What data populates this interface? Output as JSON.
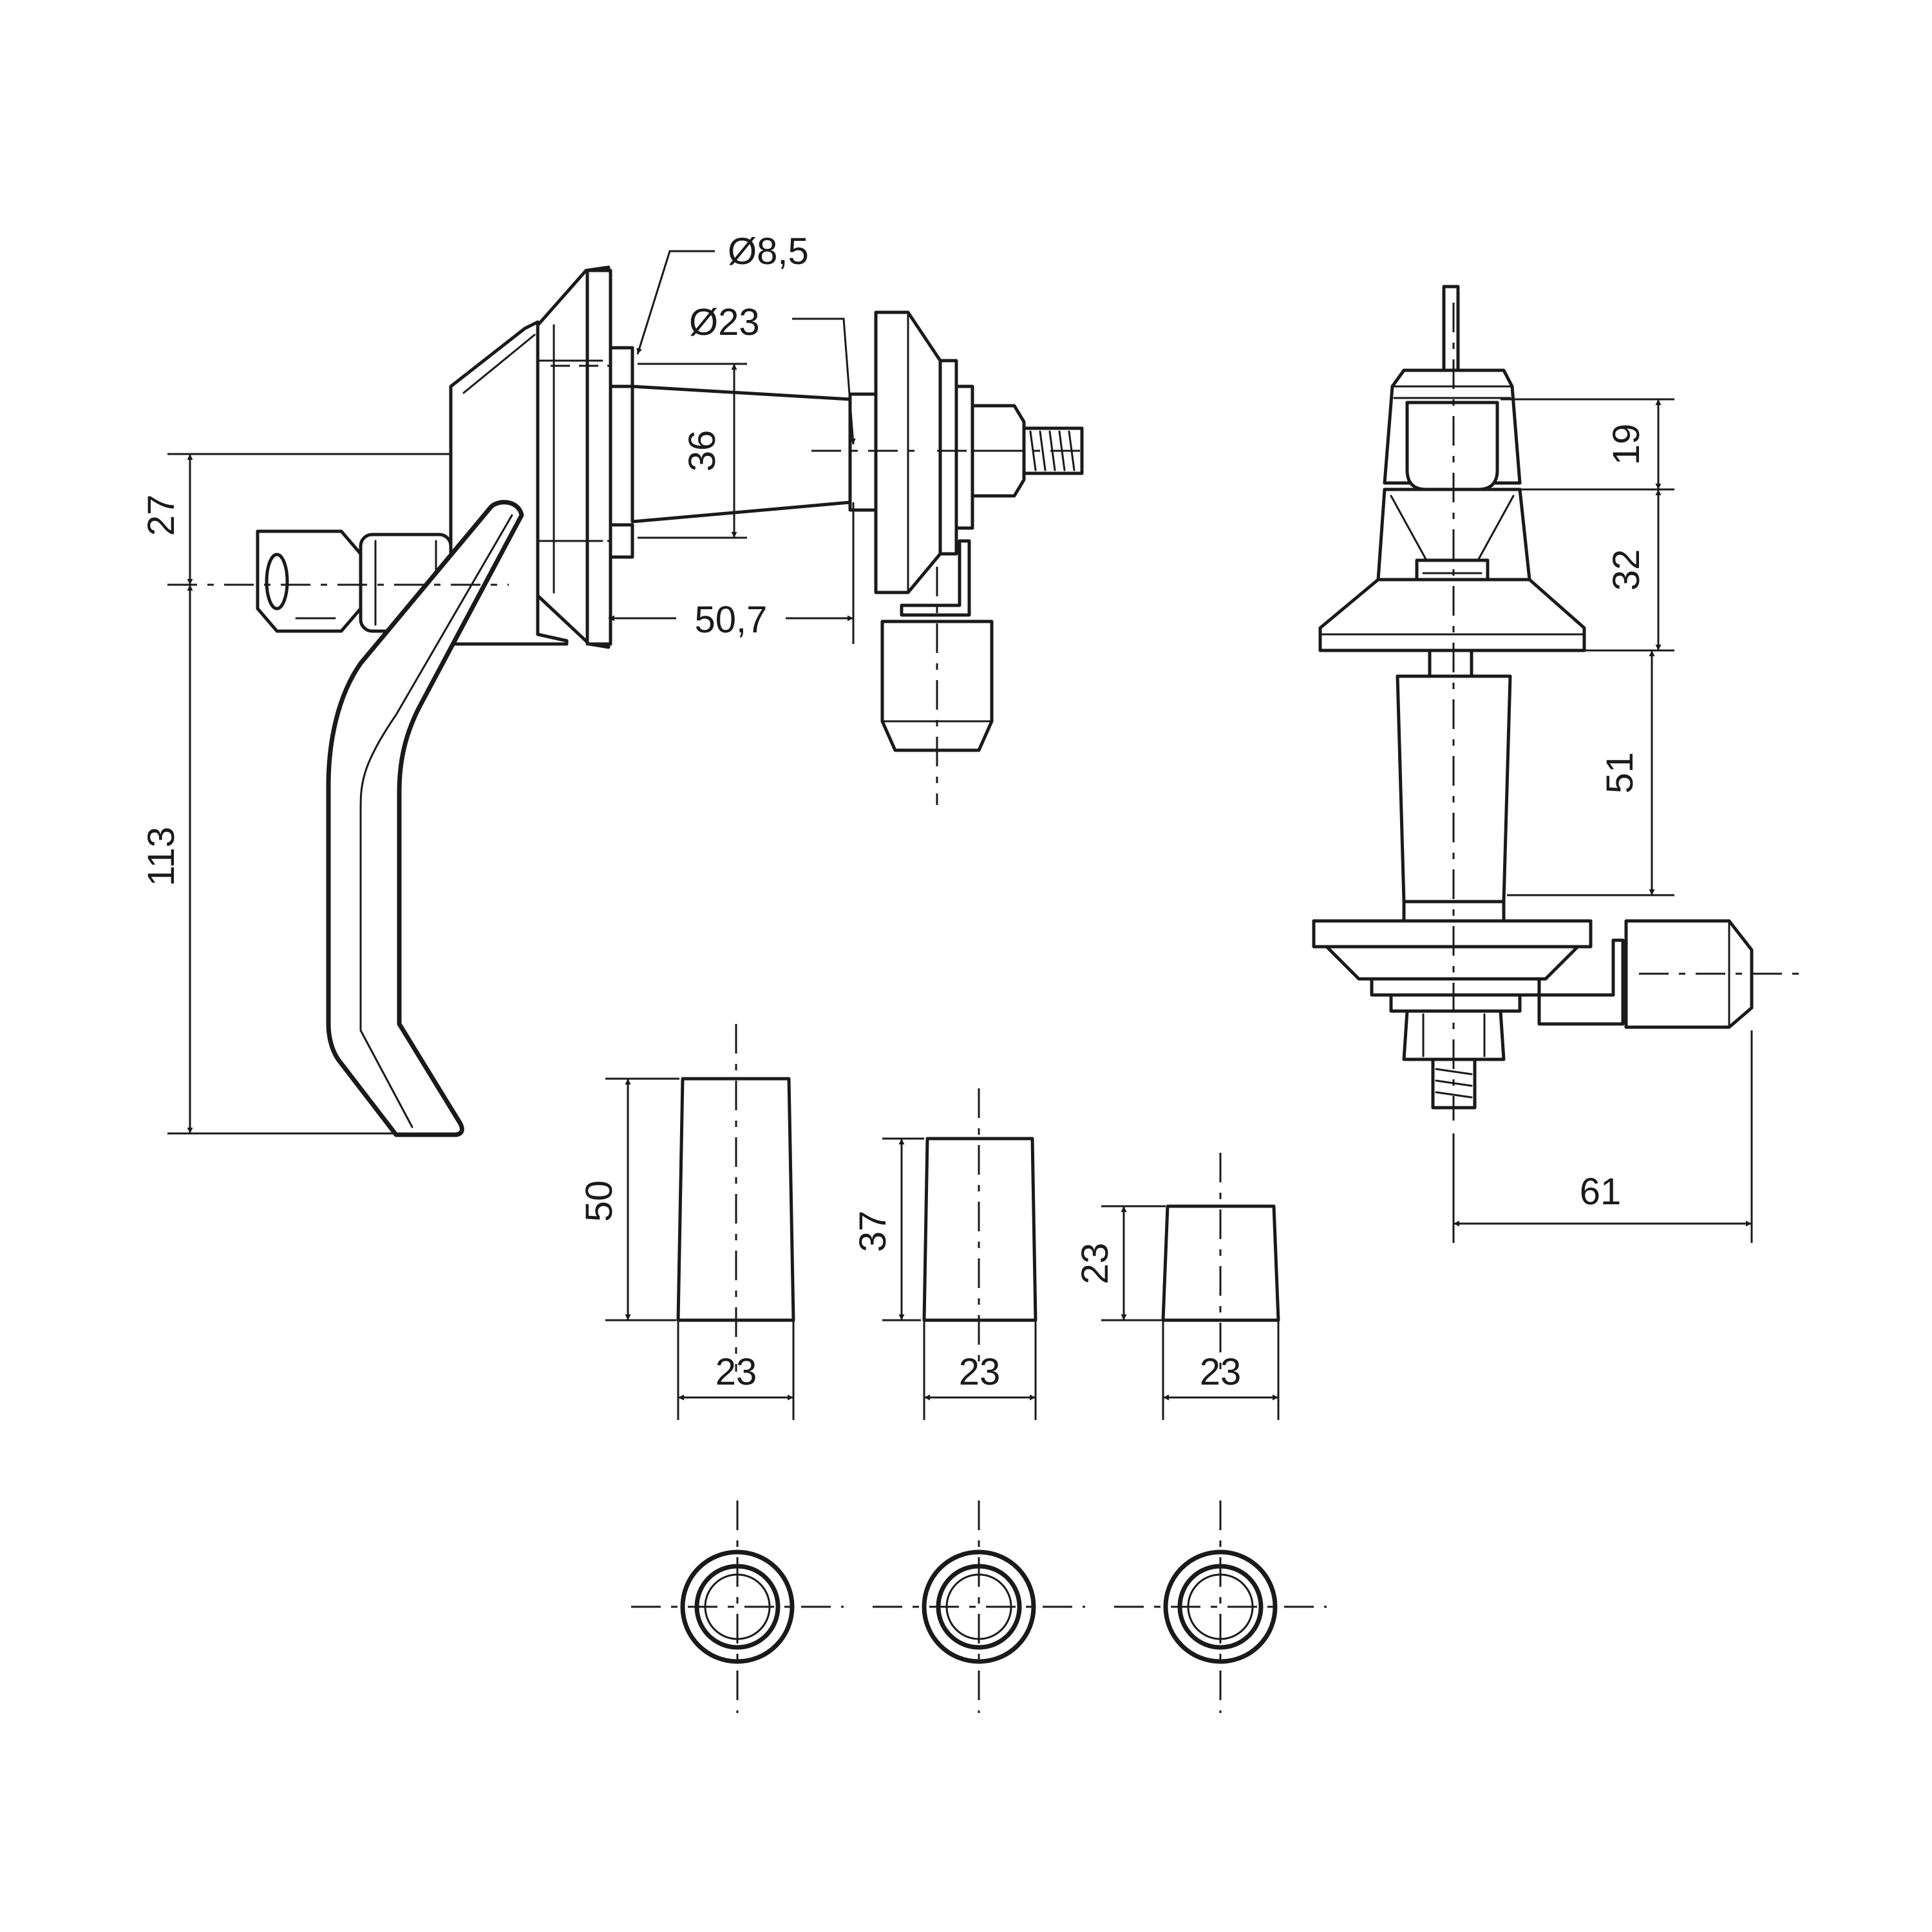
{
  "dimensions": {
    "side_view": {
      "bolt_diameter": "Ø8,5",
      "boss_diameter": "Ø23",
      "bolt_spacing": "36",
      "spindle_length": "50,7",
      "key_offset": "27",
      "handle_length": "113"
    },
    "front_view": {
      "head_upper": "19",
      "head_lower": "32",
      "body": "51",
      "cam_reach": "61"
    },
    "spacers": [
      {
        "height": "50",
        "diameter": "23"
      },
      {
        "height": "37",
        "diameter": "23"
      },
      {
        "height": "23",
        "diameter": "23"
      }
    ]
  },
  "colors": {
    "line": "#1a1a1a",
    "background": "#ffffff"
  }
}
